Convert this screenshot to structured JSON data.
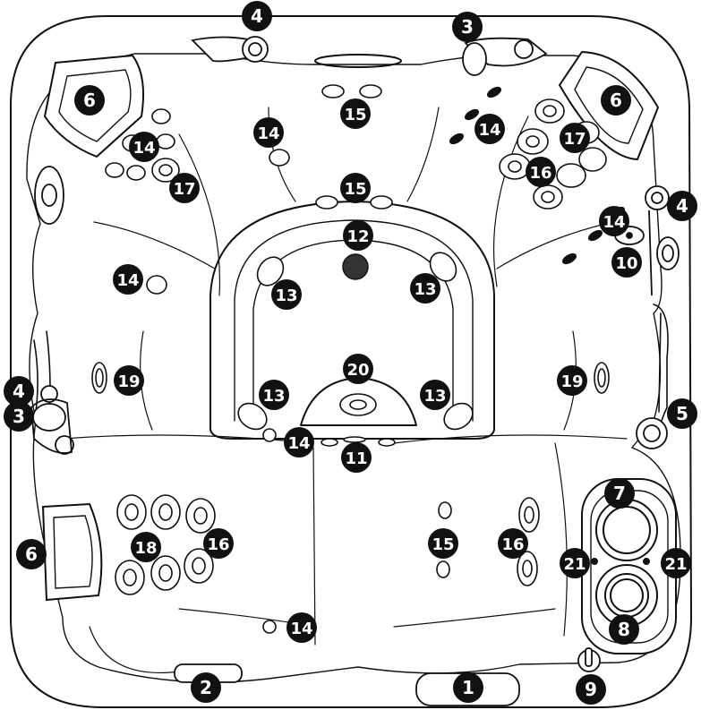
{
  "diagram": {
    "callouts": [
      {
        "id": "c1",
        "label": "1"
      },
      {
        "id": "c2",
        "label": "2"
      },
      {
        "id": "c3a",
        "label": "3"
      },
      {
        "id": "c3b",
        "label": "3"
      },
      {
        "id": "c4a",
        "label": "4"
      },
      {
        "id": "c4b",
        "label": "4"
      },
      {
        "id": "c4c",
        "label": "4"
      },
      {
        "id": "c5",
        "label": "5"
      },
      {
        "id": "c6a",
        "label": "6"
      },
      {
        "id": "c6b",
        "label": "6"
      },
      {
        "id": "c6c",
        "label": "6"
      },
      {
        "id": "c7",
        "label": "7"
      },
      {
        "id": "c8",
        "label": "8"
      },
      {
        "id": "c9",
        "label": "9"
      },
      {
        "id": "c10",
        "label": "10"
      },
      {
        "id": "c11",
        "label": "11"
      },
      {
        "id": "c12",
        "label": "12"
      },
      {
        "id": "c13a",
        "label": "13"
      },
      {
        "id": "c13b",
        "label": "13"
      },
      {
        "id": "c13c",
        "label": "13"
      },
      {
        "id": "c13d",
        "label": "13"
      },
      {
        "id": "c14a",
        "label": "14"
      },
      {
        "id": "c14b",
        "label": "14"
      },
      {
        "id": "c14c",
        "label": "14"
      },
      {
        "id": "c14d",
        "label": "14"
      },
      {
        "id": "c14e",
        "label": "14"
      },
      {
        "id": "c14f",
        "label": "14"
      },
      {
        "id": "c14g",
        "label": "14"
      },
      {
        "id": "c15a",
        "label": "15"
      },
      {
        "id": "c15b",
        "label": "15"
      },
      {
        "id": "c15c",
        "label": "15"
      },
      {
        "id": "c16a",
        "label": "16"
      },
      {
        "id": "c16b",
        "label": "16"
      },
      {
        "id": "c16c",
        "label": "16"
      },
      {
        "id": "c17a",
        "label": "17"
      },
      {
        "id": "c17b",
        "label": "17"
      },
      {
        "id": "c18",
        "label": "18"
      },
      {
        "id": "c19a",
        "label": "19"
      },
      {
        "id": "c19b",
        "label": "19"
      },
      {
        "id": "c20",
        "label": "20"
      },
      {
        "id": "c21a",
        "label": "21"
      },
      {
        "id": "c21b",
        "label": "21"
      }
    ]
  }
}
